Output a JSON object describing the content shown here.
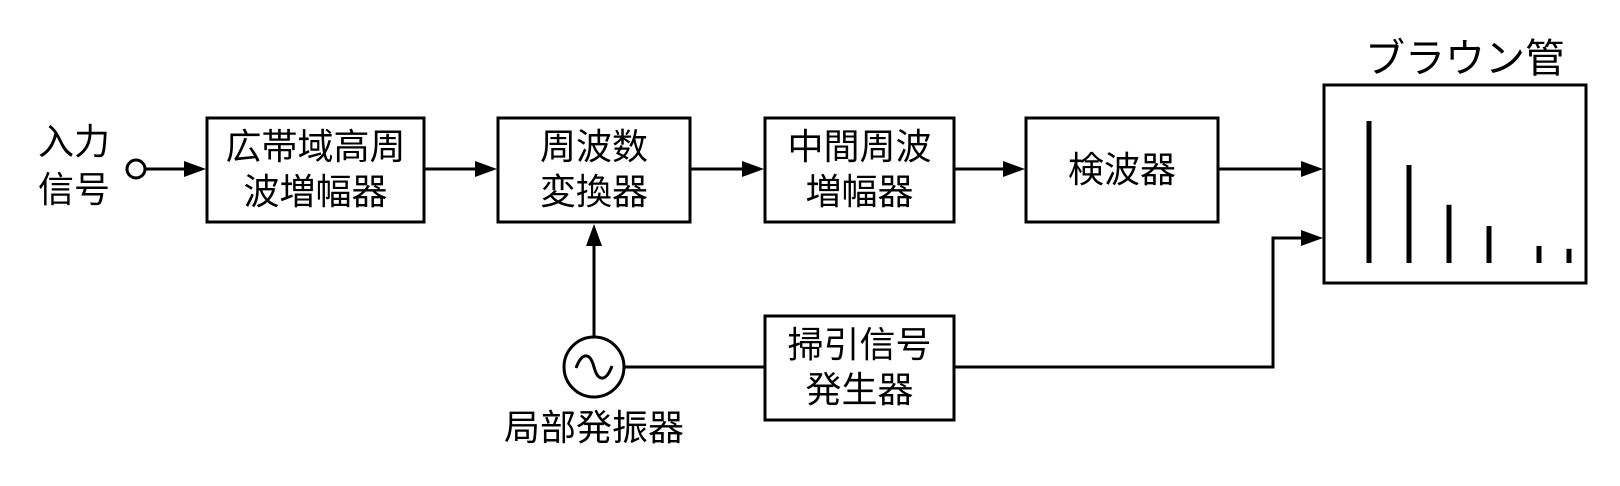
{
  "input_label": [
    "入力",
    "信号"
  ],
  "blocks": {
    "wideband_amp": [
      "広帯域高周",
      "波増幅器"
    ],
    "freq_converter": [
      "周波数",
      "変換器"
    ],
    "if_amp": [
      "中間周波",
      "増幅器"
    ],
    "detector": [
      "検波器"
    ],
    "sweep_gen": [
      "掃引信号",
      "発生器"
    ]
  },
  "local_oscillator_label": "局部発振器",
  "crt_label": "ブラウン管",
  "spectrum_bar_levels": [
    1.0,
    0.69,
    0.41,
    0.26,
    0.12,
    0.1
  ]
}
